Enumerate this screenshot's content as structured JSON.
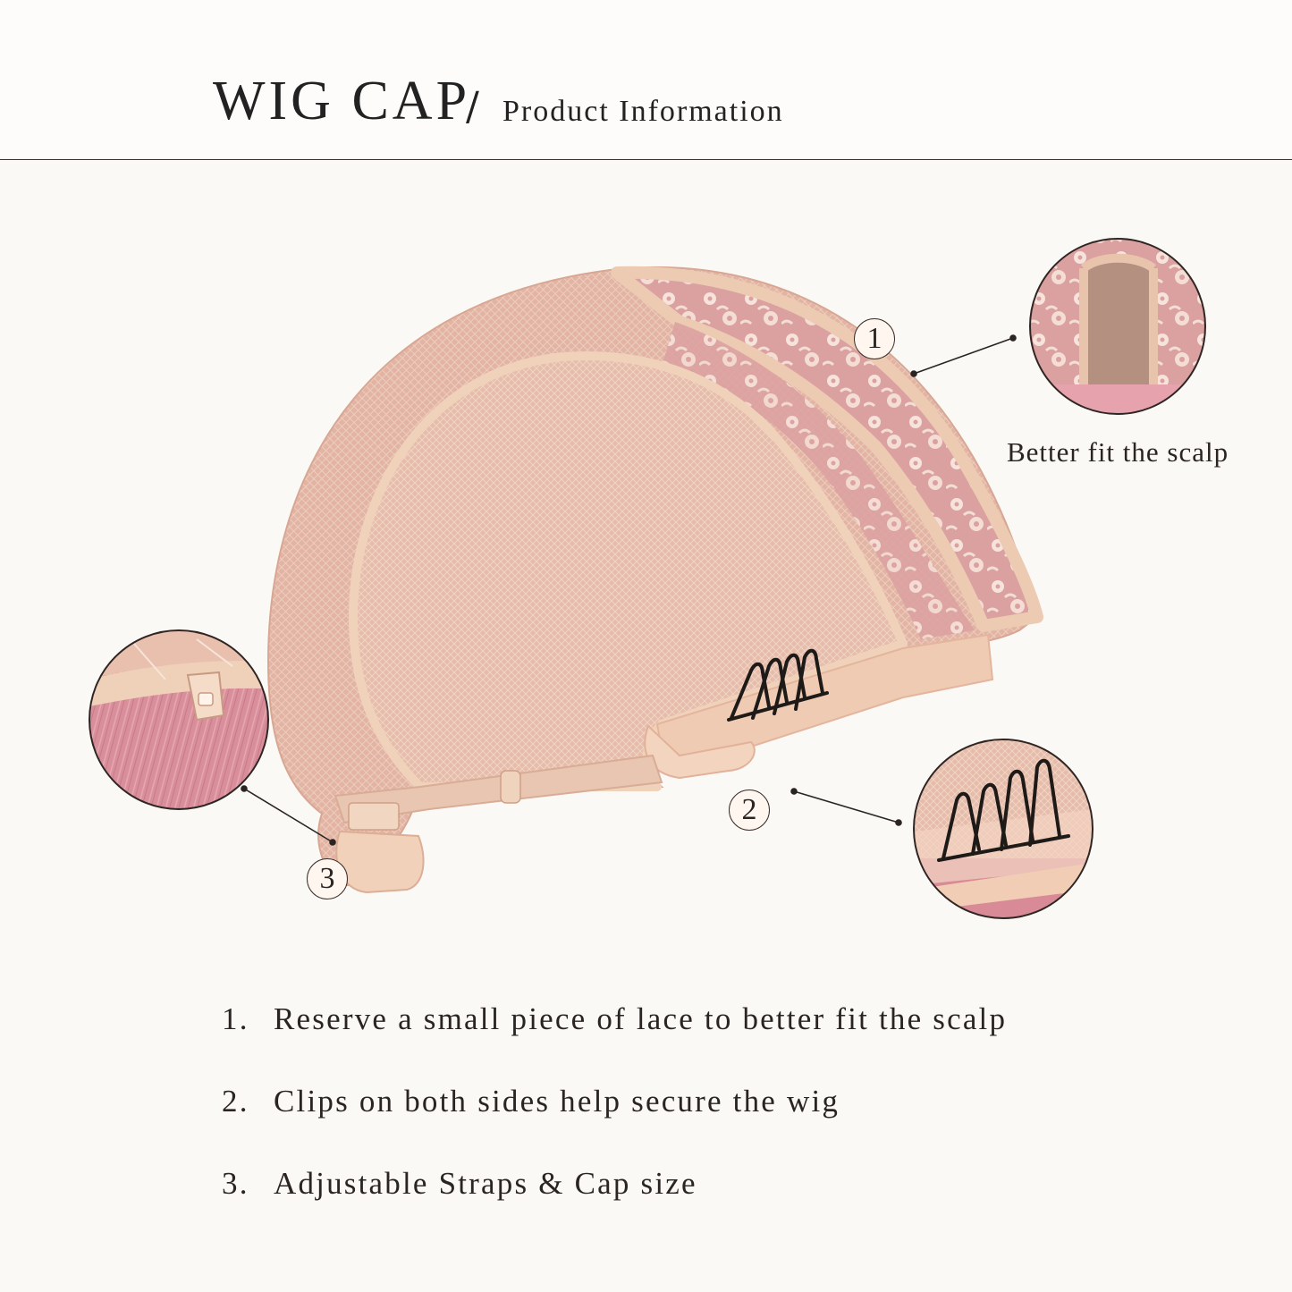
{
  "header": {
    "title": "WIG CAP",
    "separator": "/",
    "subtitle": "Product Information"
  },
  "badges": [
    "1",
    "2",
    "3"
  ],
  "detail_caption": "Better fit the scalp",
  "features": [
    {
      "num": "1.",
      "text": "Reserve a small piece of lace to better fit the scalp"
    },
    {
      "num": "2.",
      "text": "Clips on both sides help secure the wig"
    },
    {
      "num": "3.",
      "text": "Adjustable Straps & Cap size"
    }
  ],
  "colors": {
    "background": "#fbf9f6",
    "cap_mesh": "#e4b7a6",
    "lace_band": "#f0d2b8",
    "hair_pink": "#d98f9b",
    "clip": "#1e1a18"
  },
  "icons": [
    "wig-cap-illustration",
    "lace-detail-photo",
    "clip-detail-photo",
    "strap-detail-photo"
  ]
}
